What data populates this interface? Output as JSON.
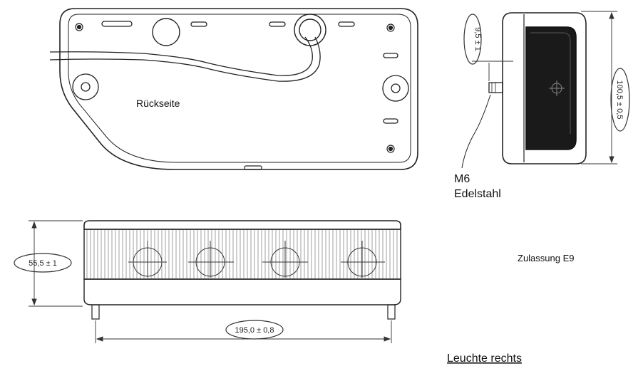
{
  "labels": {
    "back_side": "Rückseite",
    "thread": "M6",
    "material": "Edelstahl",
    "approval": "Zulassung E9",
    "caption": "Leuchte rechts"
  },
  "dimensions": {
    "stud_length": "9,5 ± 1",
    "height_side": "100,5 ± 0,5",
    "depth_front": "55,5 ± 1",
    "width_front": "195,0 ± 0,8"
  }
}
